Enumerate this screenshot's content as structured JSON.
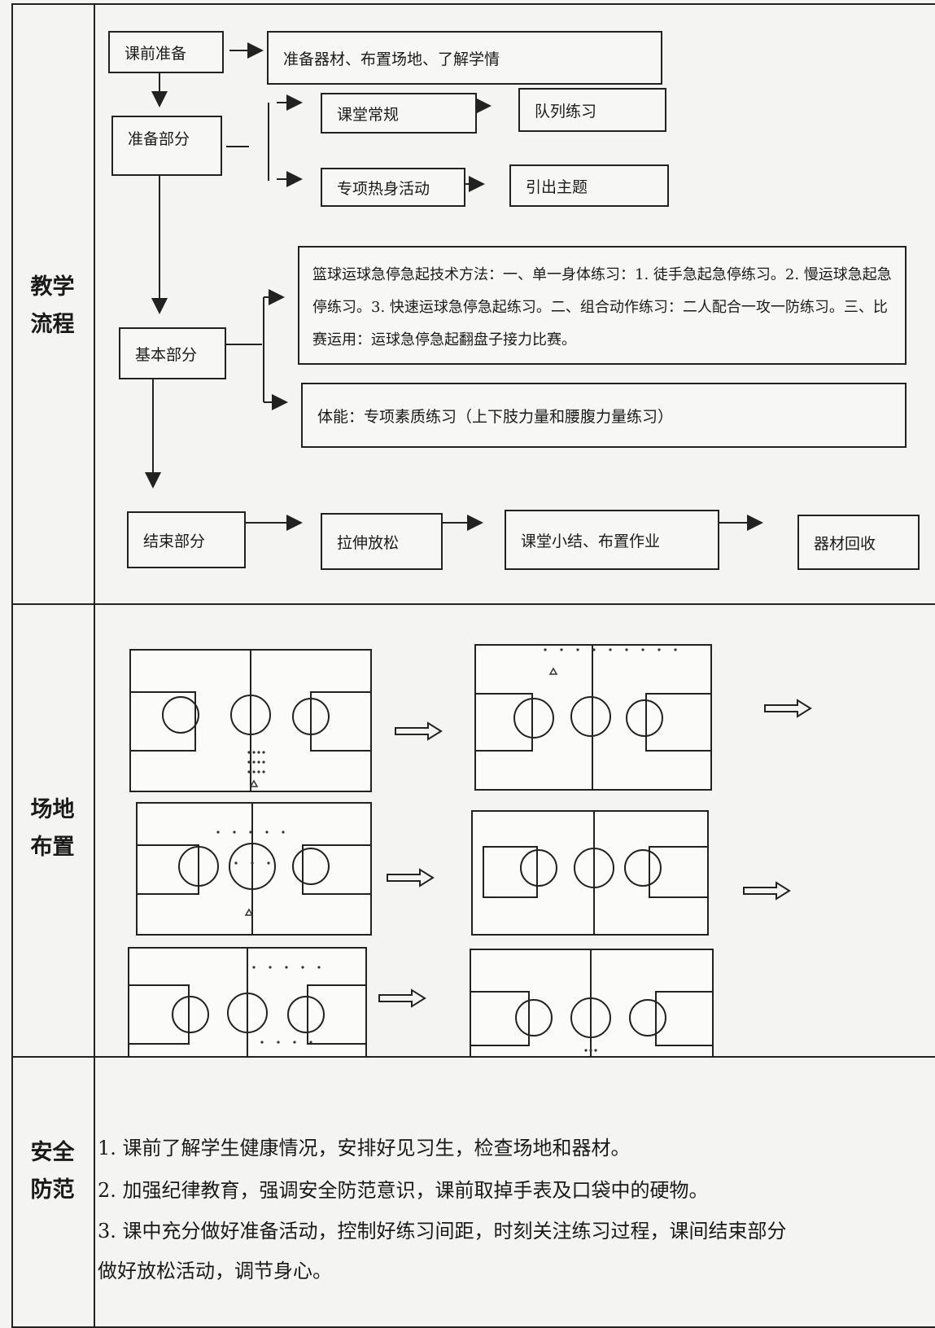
{
  "sections": {
    "flow_label": "教学\n流程",
    "venue_label": "场地\n布置",
    "safety_label": "安全\n防范"
  },
  "flow": {
    "prep_before": "课前准备",
    "prep_before_detail": "准备器材、布置场地、了解学情",
    "prep_part": "准备部分",
    "routine": "课堂常规",
    "queue": "队列练习",
    "warmup": "专项热身活动",
    "theme": "引出主题",
    "basic_part": "基本部分",
    "basic_detail": "篮球运球急停急起技术方法：一、单一身体练习：1. 徒手急起急停练习。2. 慢运球急起急停练习。3. 快速运球急停急起练习。二、组合动作练习：二人配合一攻一防练习。三、比赛运用：运球急停急起翻盘子接力比赛。",
    "fitness": "体能：专项素质练习（上下肢力量和腰腹力量练习）",
    "end_part": "结束部分",
    "stretch": "拉伸放松",
    "summary": "课堂小结、布置作业",
    "equipment": "器材回收"
  },
  "safety": {
    "items": [
      "1. 课前了解学生健康情况，安排好见习生，检查场地和器材。",
      "2. 加强纪律教育，强调安全防范意识，课前取掉手表及口袋中的硬物。",
      "3. 课中充分做好准备活动，控制好练习间距，时刻关注练习过程，课间结束部分",
      "做好放松活动，调节身心。"
    ]
  }
}
